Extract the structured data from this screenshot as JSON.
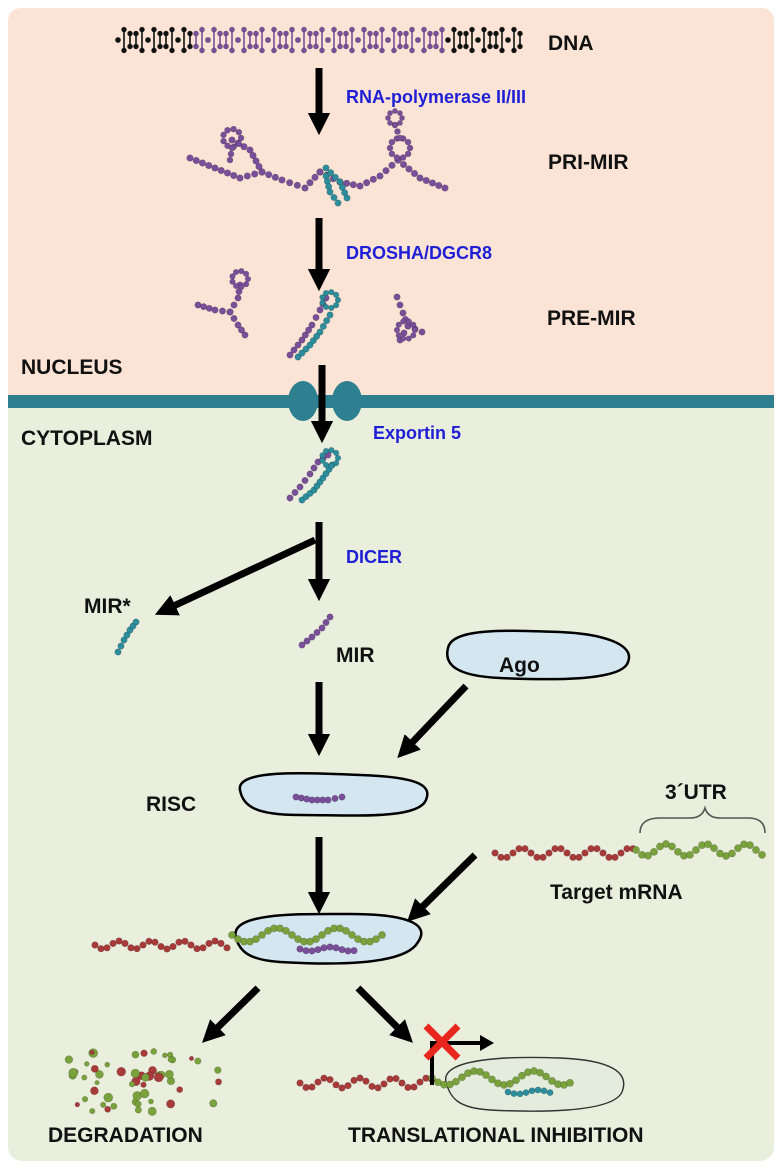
{
  "compartments": {
    "nucleus": "NUCLEUS",
    "cytoplasm": "CYTOPLASM"
  },
  "stages": {
    "dna": "DNA",
    "pri_mir": "PRI-MIR",
    "pre_mir": "PRE-MIR",
    "mir_star": "MIR*",
    "mir": "MIR",
    "ago": "Ago",
    "risc": "RISC",
    "utr": "3´UTR",
    "target_mrna": "Target mRNA",
    "degradation": "DEGRADATION",
    "translational_inhibition": "TRANSLATIONAL  INHIBITION"
  },
  "enzymes": {
    "rna_polymerase": "RNA-polymerase II/III",
    "drosha": "DROSHA/DGCR8",
    "exportin": "Exportin 5",
    "dicer": "DICER"
  },
  "colors": {
    "nucleus_bg": "#fbe4d6",
    "cytoplasm_bg": "#eaeedd",
    "membrane": "#2e7f8f",
    "purple_rna": "#7a4f9a",
    "teal_rna": "#2c8e9c",
    "red_mrna": "#a93a3a",
    "green_mrna": "#7aa23c",
    "risc_fill": "#d4e7f1",
    "enzyme_text": "#1f1fd6",
    "block_x": "#e8261e"
  }
}
